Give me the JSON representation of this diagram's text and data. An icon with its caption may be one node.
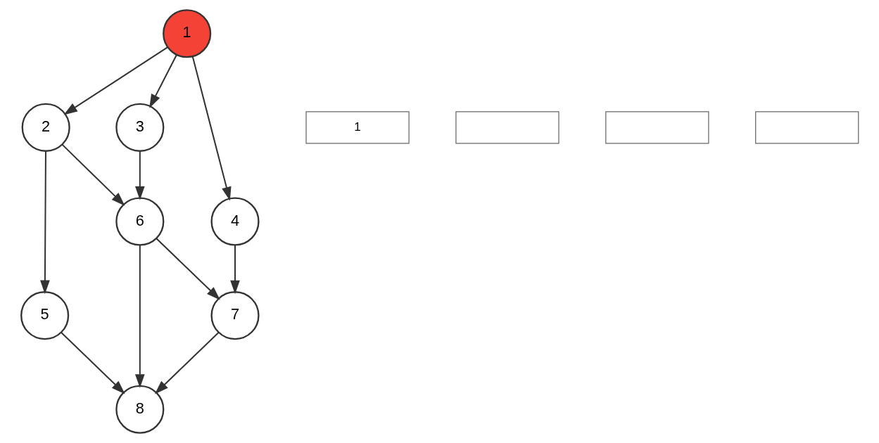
{
  "diagram": {
    "nodes": [
      {
        "text": [
          "1"
        ]
      },
      {
        "text": [
          "2"
        ]
      },
      {
        "text": [
          "3"
        ]
      },
      {
        "text": [
          "4"
        ]
      },
      {
        "text": [
          "5"
        ]
      },
      {
        "text": [
          "6"
        ]
      },
      {
        "text": [
          "7"
        ]
      },
      {
        "text": [
          "8"
        ]
      },
      {
        "text": [
          "1"
        ]
      },
      {
        "text": [],
        "shape": "box"
      },
      {
        "text": [],
        "shape": "box"
      },
      {
        "text": [],
        "shape": "box"
      }
    ],
    "edges": [
      {
        "from": 0,
        "to": 1,
        "arrow": "to"
      },
      {
        "from": 0,
        "to": 2,
        "arrow": "to"
      },
      {
        "from": 0,
        "to": 3,
        "arrow": "to"
      },
      {
        "from": 1,
        "to": 5,
        "arrow": "to"
      },
      {
        "from": 1,
        "to": 4,
        "arrow": "to"
      },
      {
        "from": 2,
        "to": 5,
        "arrow": "to"
      },
      {
        "from": 3,
        "to": 6,
        "arrow": "to"
      },
      {
        "from": 5,
        "to": 6,
        "arrow": "to"
      },
      {
        "from": 5,
        "to": 7,
        "arrow": "to"
      },
      {
        "from": 4,
        "to": 7,
        "arrow": "to"
      },
      {
        "from": 6,
        "to": 7,
        "arrow": "to"
      }
    ]
  }
}
